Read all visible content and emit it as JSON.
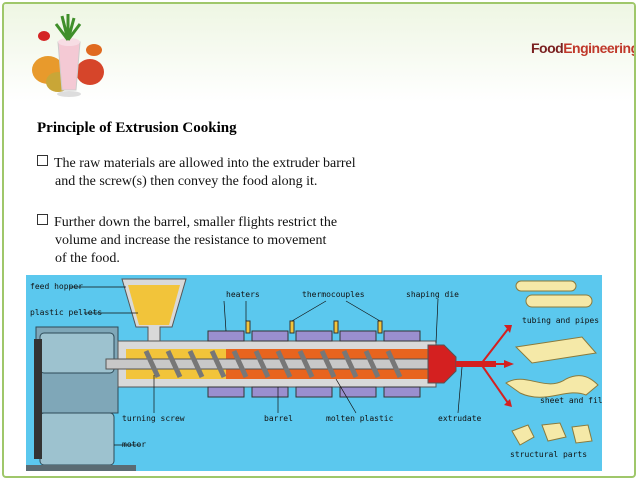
{
  "logo": {
    "food": "Food",
    "engineering": "Engineering"
  },
  "title": "Principle of Extrusion Cooking",
  "bullets": [
    {
      "line1": "The raw materials are allowed into the extruder barrel",
      "line2": "and the screw(s) then convey the food along it.",
      "line3": ""
    },
    {
      "line1": "Further down the barrel, smaller flights restrict the",
      "line2": "volume and increase the resistance to movement",
      "line3": "of the food."
    }
  ],
  "diagram": {
    "labels": {
      "feed_hopper": "feed hopper",
      "plastic_pellets": "plastic pellets",
      "heaters": "heaters",
      "thermocouples": "thermocouples",
      "shaping_die": "shaping die",
      "tubing_and_pipes": "tubing and pipes",
      "sheet_and_film": "sheet and film",
      "structural_parts": "structural parts",
      "turning_screw": "turning screw",
      "barrel": "barrel",
      "molten_plastic": "molten plastic",
      "extrudate": "extrudate",
      "motor": "motor"
    },
    "colors": {
      "background": "#5bc8ee",
      "barrel": "#d9d9d9",
      "molten": "#e8641e",
      "extrudate": "#d42020",
      "pellets": "#f2c43a",
      "heater": "#9a8fcf"
    }
  }
}
